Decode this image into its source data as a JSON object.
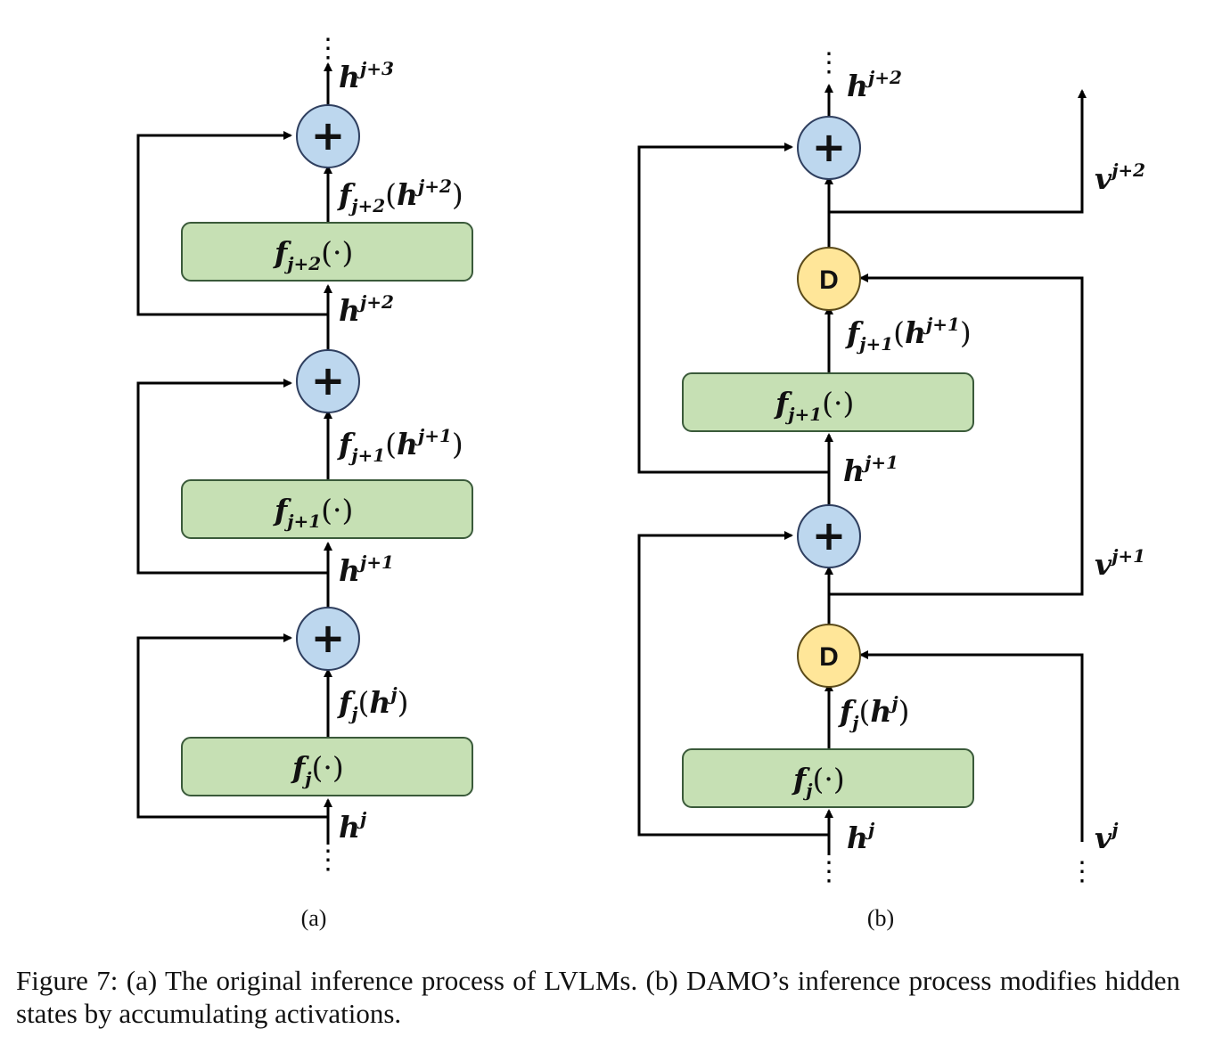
{
  "panel_a": {
    "label": "(a)",
    "blocks": [
      {
        "func": "f",
        "sub": "j",
        "arg": "(·)"
      },
      {
        "func": "f",
        "sub": "j+1",
        "arg": "(·)"
      },
      {
        "func": "f",
        "sub": "j+2",
        "arg": "(·)"
      }
    ],
    "outputs": [
      {
        "func": "f",
        "sub": "j",
        "open": "(",
        "var": "h",
        "sup": "j",
        "close": ")"
      },
      {
        "func": "f",
        "sub": "j+1",
        "open": "(",
        "var": "h",
        "sup": "j+1",
        "close": ")"
      },
      {
        "func": "f",
        "sub": "j+2",
        "open": "(",
        "var": "h",
        "sup": "j+2",
        "close": ")"
      }
    ],
    "hidden": [
      {
        "var": "h",
        "sup": "j"
      },
      {
        "var": "h",
        "sup": "j+1"
      },
      {
        "var": "h",
        "sup": "j+2"
      },
      {
        "var": "h",
        "sup": "j+3"
      }
    ],
    "add_symbol": "+",
    "ellipsis": "⋮"
  },
  "panel_b": {
    "label": "(b)",
    "blocks": [
      {
        "func": "f",
        "sub": "j",
        "arg": "(·)"
      },
      {
        "func": "f",
        "sub": "j+1",
        "arg": "(·)"
      }
    ],
    "outputs": [
      {
        "func": "f",
        "sub": "j",
        "open": "(",
        "var": "h",
        "sup": "j",
        "close": ")"
      },
      {
        "func": "f",
        "sub": "j+1",
        "open": "(",
        "var": "h",
        "sup": "j+1",
        "close": ")"
      }
    ],
    "hidden": [
      {
        "var": "h",
        "sup": "j"
      },
      {
        "var": "h",
        "sup": "j+1"
      },
      {
        "var": "h",
        "sup": "j+2"
      }
    ],
    "activations": [
      {
        "var": "v",
        "sup": "j"
      },
      {
        "var": "v",
        "sup": "j+1"
      },
      {
        "var": "v",
        "sup": "j+2"
      }
    ],
    "damo_symbol": "D",
    "add_symbol": "+",
    "ellipsis": "⋮"
  },
  "colors": {
    "block_fill": "#c6e0b4",
    "block_stroke": "#3a5a3a",
    "add_fill": "#bdd7ee",
    "add_stroke": "#2f3f5f",
    "damo_fill": "#ffe699",
    "damo_stroke": "#5a4a1a",
    "line": "#000000"
  },
  "caption": "Figure 7: (a) The original inference process of LVLMs. (b) DAMO’s inference process modifies hidden states by accumulating activations."
}
